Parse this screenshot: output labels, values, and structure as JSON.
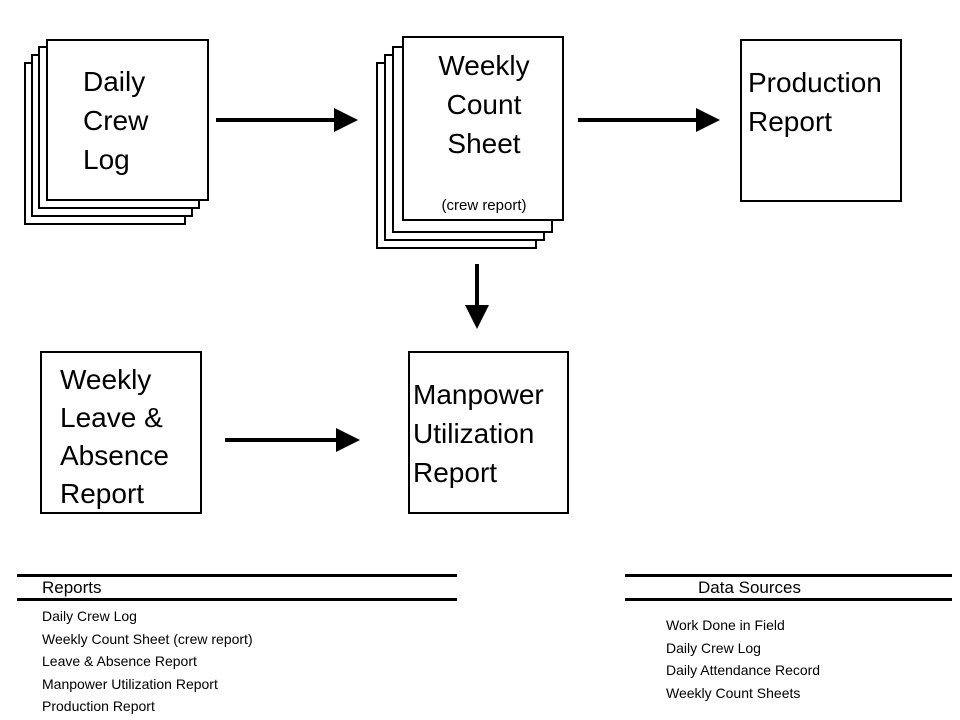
{
  "diagram": {
    "nodes": {
      "daily_crew_log": {
        "lines": [
          "Daily",
          "Crew",
          "Log"
        ]
      },
      "weekly_count_sheet": {
        "lines": [
          "Weekly",
          "Count",
          "Sheet"
        ],
        "note": "(crew report)"
      },
      "production_report": {
        "lines": [
          "Production",
          "Report"
        ]
      },
      "leave_absence_report": {
        "lines": [
          "Weekly",
          "Leave &",
          "Absence",
          "Report"
        ]
      },
      "manpower_report": {
        "lines": [
          "Manpower",
          "Utilization",
          "Report"
        ]
      }
    }
  },
  "legend": {
    "reports": {
      "heading": "Reports",
      "items": [
        "Daily Crew Log",
        "Weekly Count Sheet (crew report)",
        "Leave & Absence Report",
        "Manpower Utilization Report",
        "Production Report"
      ]
    },
    "data_sources": {
      "heading": "Data Sources",
      "items": [
        "Work Done in Field",
        "Daily Crew Log",
        "Daily Attendance Record",
        "Weekly Count Sheets"
      ]
    }
  }
}
